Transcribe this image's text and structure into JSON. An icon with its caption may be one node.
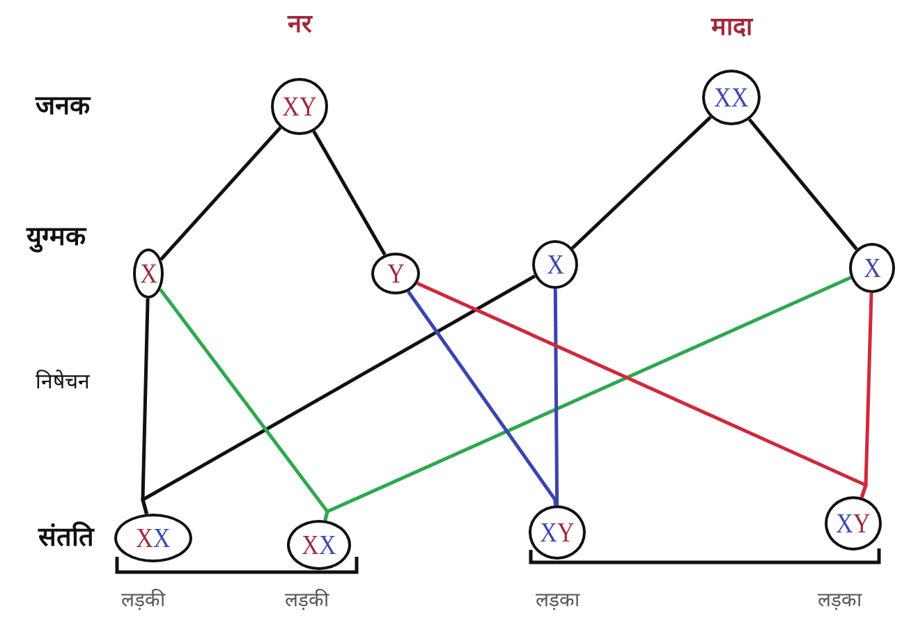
{
  "diagram": {
    "nodes": [
      {
        "text": [
          "XY"
        ],
        "beside": [
          "नर"
        ]
      },
      {
        "text": [
          "XX"
        ],
        "beside": [
          "मादा"
        ]
      },
      {
        "text": [
          "X"
        ]
      },
      {
        "text": [
          "Y"
        ]
      },
      {
        "text": [
          "X"
        ]
      },
      {
        "text": [
          "X"
        ]
      },
      {
        "text": [
          "XX"
        ]
      },
      {
        "text": [
          "XX"
        ]
      },
      {
        "text": [
          "XY"
        ]
      },
      {
        "text": [
          "XY"
        ]
      }
    ],
    "edges": [
      {
        "from": 0,
        "to": 2,
        "arrow": "none"
      },
      {
        "from": 0,
        "to": 3,
        "arrow": "none"
      },
      {
        "from": 1,
        "to": 4,
        "arrow": "none"
      },
      {
        "from": 1,
        "to": 5,
        "arrow": "none"
      },
      {
        "from": 2,
        "to": 6,
        "arrow": "none"
      },
      {
        "from": 4,
        "to": 6,
        "arrow": "none"
      },
      {
        "from": 2,
        "to": 7,
        "arrow": "none",
        "color": "#2ea84f"
      },
      {
        "from": 5,
        "to": 7,
        "arrow": "none",
        "color": "#2ea84f"
      },
      {
        "from": 3,
        "to": 8,
        "arrow": "none",
        "color": "#3a45b0"
      },
      {
        "from": 4,
        "to": 8,
        "arrow": "none",
        "color": "#3a45b0"
      },
      {
        "from": 3,
        "to": 9,
        "arrow": "none",
        "color": "#d0283c"
      },
      {
        "from": 5,
        "to": 9,
        "arrow": "none",
        "color": "#d0283c"
      }
    ],
    "labels": [
      "जनक",
      "युग्मक",
      "निषेचन",
      "संतति",
      "लड़की",
      "लड़की",
      "लड़का",
      "लड़का"
    ]
  }
}
